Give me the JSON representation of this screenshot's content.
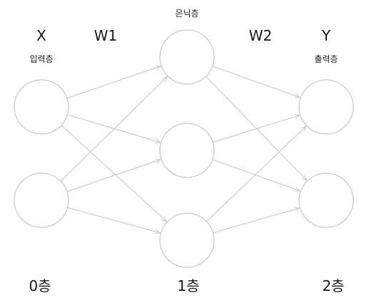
{
  "labels": {
    "x": "X",
    "w1": "W1",
    "w2": "W2",
    "y": "Y",
    "input_layer": "입력층",
    "hidden_layer": "은닉층",
    "output_layer": "출력층",
    "layer0": "0층",
    "layer1": "1층",
    "layer2": "2층"
  },
  "network": {
    "layers": [
      2,
      3,
      2
    ],
    "connections": "fully-connected",
    "direction": "left-to-right"
  },
  "colors": {
    "stroke": "#c8c8c8",
    "text": "#1a1a1a",
    "background": "#ffffff"
  }
}
